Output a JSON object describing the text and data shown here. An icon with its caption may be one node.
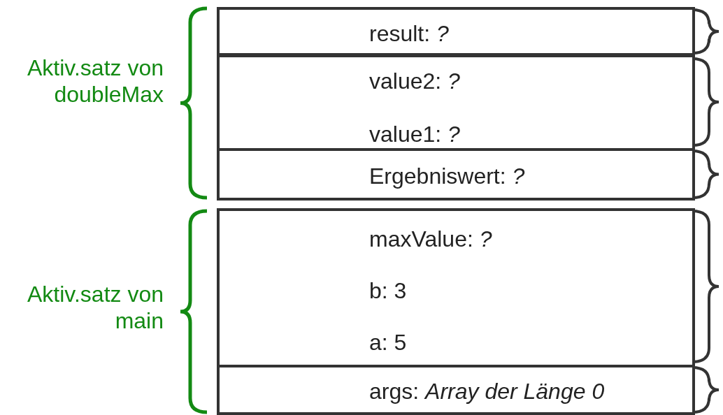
{
  "diagram": {
    "nodes": [
      {
        "text": [
          "result: *?*"
        ]
      },
      {
        "text": [
          "value2: *?*",
          "value1: *?*"
        ]
      },
      {
        "text": [
          "Ergebniswert: *?*"
        ]
      },
      {
        "text": [
          "maxValue: *?*",
          "b: 3",
          "a: 5"
        ]
      },
      {
        "text": [
          "args: *Array der Länge 0*"
        ]
      }
    ],
    "labels": [
      "Aktiv.satz von doubleMax",
      "Aktiv.satz von main"
    ]
  }
}
